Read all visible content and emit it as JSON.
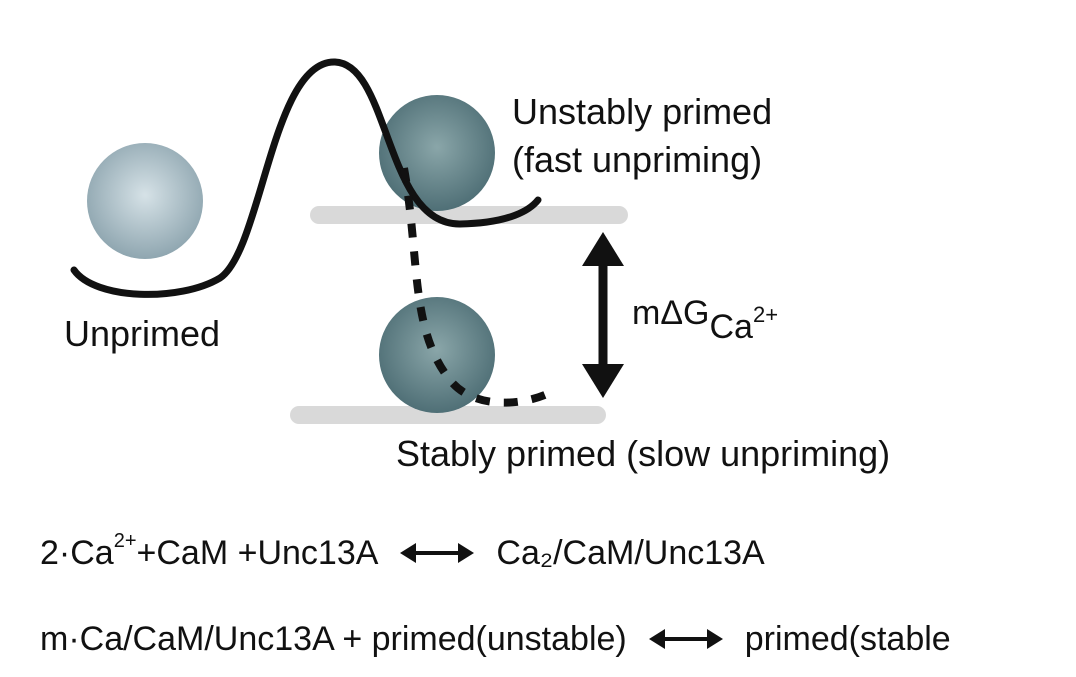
{
  "labels": {
    "unprimed": "Unprimed",
    "unstably_primed_line1": "Unstably primed",
    "unstably_primed_line2": "(fast unpriming)",
    "stably_primed": "Stably primed (slow unpriming)",
    "delta_g_main": "mΔG",
    "delta_g_sub": "Ca",
    "delta_g_sup": "2+"
  },
  "equations": {
    "eq1": {
      "left_a": "2·Ca",
      "left_sup": "2+",
      "left_b": " +CaM +Unc13A",
      "right": "Ca₂/CaM/Unc13A"
    },
    "eq2": {
      "left": "m·Ca/CaM/Unc13A + primed(unstable)",
      "right": "primed(stable"
    }
  },
  "colors": {
    "ball_light": "#a9bcc4",
    "ball_dark": "#5f7f85",
    "platform": "#d9d9d9",
    "line": "#111111"
  }
}
